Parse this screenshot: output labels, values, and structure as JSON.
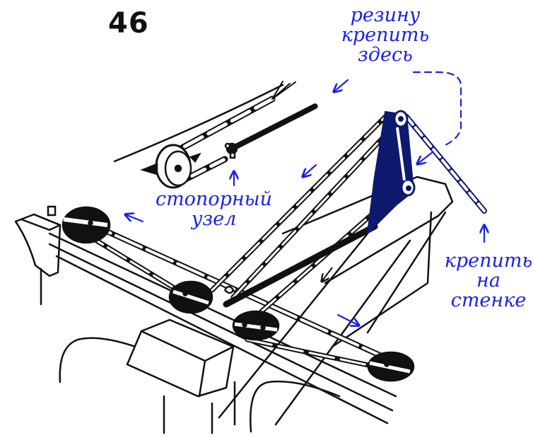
{
  "figure": {
    "number": "46",
    "colors": {
      "ink": "#111111",
      "annotation": "#1a22e6",
      "part_fill": "#0d1a6e"
    }
  },
  "annotations": {
    "attach_rubber_here": {
      "lines": [
        "резину",
        "крепить",
        "здесь"
      ],
      "icon": "arrow-down-left-icon"
    },
    "stop_knot": {
      "lines": [
        "стопорный",
        "узел"
      ],
      "icon": "arrow-up-icon"
    },
    "attach_to_wall": {
      "lines": [
        "крепить",
        "на",
        "стенке"
      ],
      "icon": "arrow-up-icon"
    }
  },
  "direction_arrows": [
    {
      "name": "arrow-up-left-icon",
      "meaning": "cord pull toward left pulley"
    },
    {
      "name": "arrow-down-left-icon",
      "meaning": "cord pull along diagonal"
    },
    {
      "name": "arrow-down-right-icon",
      "meaning": "cord pull toward right pulley"
    }
  ]
}
